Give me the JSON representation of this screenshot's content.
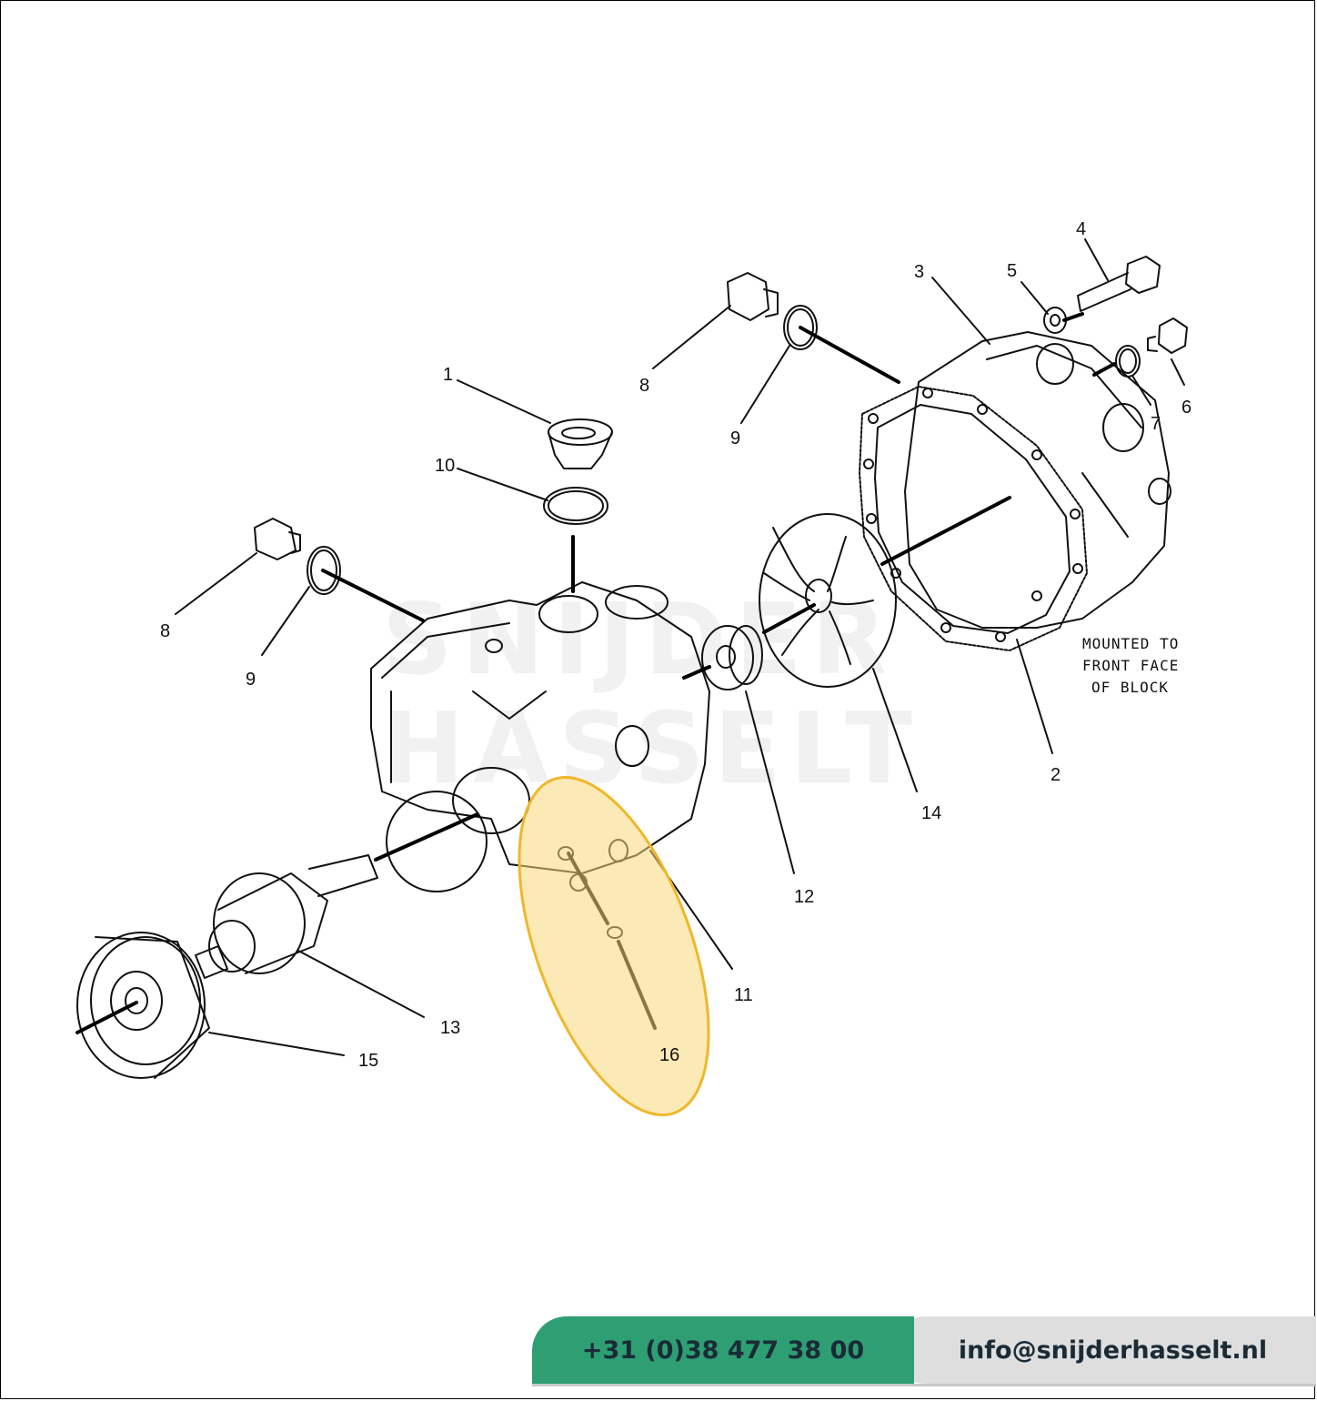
{
  "diagram": {
    "callouts": [
      "1",
      "2",
      "3",
      "4",
      "5",
      "6",
      "7",
      "8",
      "8",
      "9",
      "9",
      "10",
      "11",
      "12",
      "13",
      "14",
      "15",
      "16"
    ],
    "note_lines": [
      "MOUNTED TO",
      "FRONT FACE",
      "OF BLOCK"
    ],
    "highlight_color": "#f7d77a",
    "highlight_stroke": "#f0b72a"
  },
  "watermark": {
    "line1": "SNIJDER",
    "line2": "HASSELT"
  },
  "footer": {
    "phone": "+31 (0)38 477 38 00",
    "email": "info@snijderhasselt.nl",
    "phone_bg": "#2e9e73",
    "email_bg": "#dedede"
  }
}
